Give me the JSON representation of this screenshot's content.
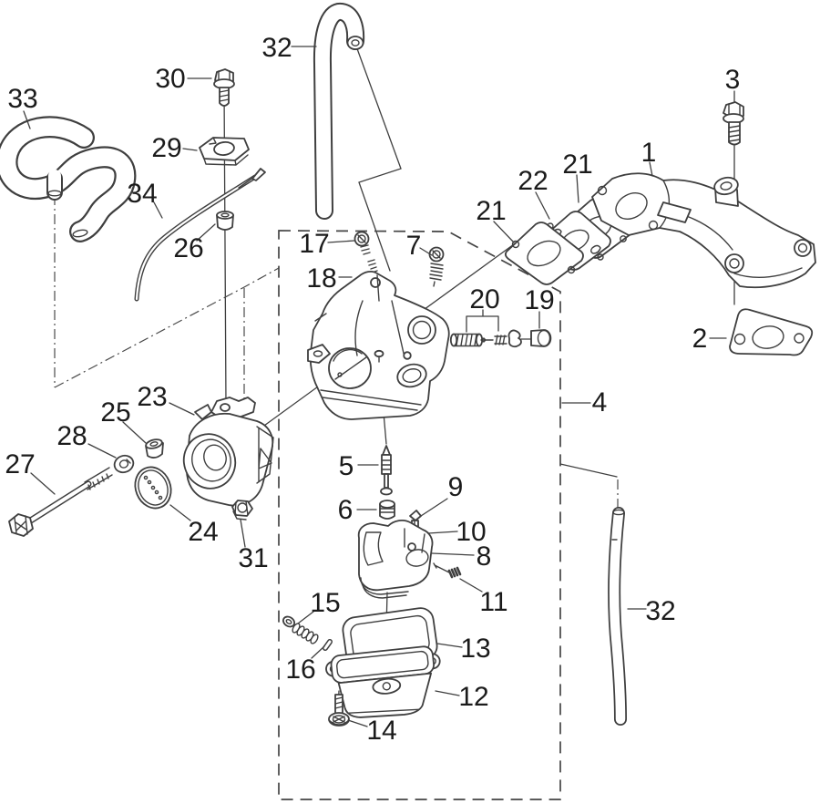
{
  "figure": {
    "type": "exploded-parts-diagram",
    "subject": "Carburetor / intake manifold exploded view",
    "colors": {
      "background": "#ffffff",
      "line": "#3f3f3f",
      "label": "#1b1b1b"
    }
  },
  "callouts": [
    {
      "id": "breather-hose",
      "number": "33"
    },
    {
      "id": "clamp-bolt",
      "number": "30"
    },
    {
      "id": "cable-clamp-plate",
      "number": "29"
    },
    {
      "id": "throttle-cable",
      "number": "34"
    },
    {
      "id": "cable-bushing",
      "number": "26"
    },
    {
      "id": "fuel-hose-top",
      "number": "32"
    },
    {
      "id": "screw-17",
      "number": "17"
    },
    {
      "id": "carburetor-body",
      "number": "18"
    },
    {
      "id": "screw-spring-7",
      "number": "7"
    },
    {
      "id": "gasket-21-left",
      "number": "21"
    },
    {
      "id": "insulator-spacer",
      "number": "22"
    },
    {
      "id": "gasket-21-right",
      "number": "21"
    },
    {
      "id": "intake-manifold",
      "number": "1"
    },
    {
      "id": "manifold-bolt",
      "number": "3"
    },
    {
      "id": "manifold-gasket",
      "number": "2"
    },
    {
      "id": "jet-needle-set",
      "number": "20"
    },
    {
      "id": "plug-cap-19",
      "number": "19"
    },
    {
      "id": "carburetor-assembly",
      "number": "4"
    },
    {
      "id": "throttle-body",
      "number": "23"
    },
    {
      "id": "bushing-25",
      "number": "25"
    },
    {
      "id": "washer-28",
      "number": "28"
    },
    {
      "id": "through-bolt",
      "number": "27"
    },
    {
      "id": "throttle-plate",
      "number": "24"
    },
    {
      "id": "lock-nut",
      "number": "31"
    },
    {
      "id": "needle-valve",
      "number": "5"
    },
    {
      "id": "main-jet",
      "number": "6"
    },
    {
      "id": "float-needle",
      "number": "9"
    },
    {
      "id": "needle-clip",
      "number": "10"
    },
    {
      "id": "float",
      "number": "8"
    },
    {
      "id": "float-pin-screw",
      "number": "11"
    },
    {
      "id": "pilot-screw-spring",
      "number": "15"
    },
    {
      "id": "pin-16",
      "number": "16"
    },
    {
      "id": "bowl-gasket",
      "number": "13"
    },
    {
      "id": "float-bowl",
      "number": "12"
    },
    {
      "id": "drain-screw",
      "number": "14"
    },
    {
      "id": "drain-tube",
      "number": "32"
    }
  ]
}
